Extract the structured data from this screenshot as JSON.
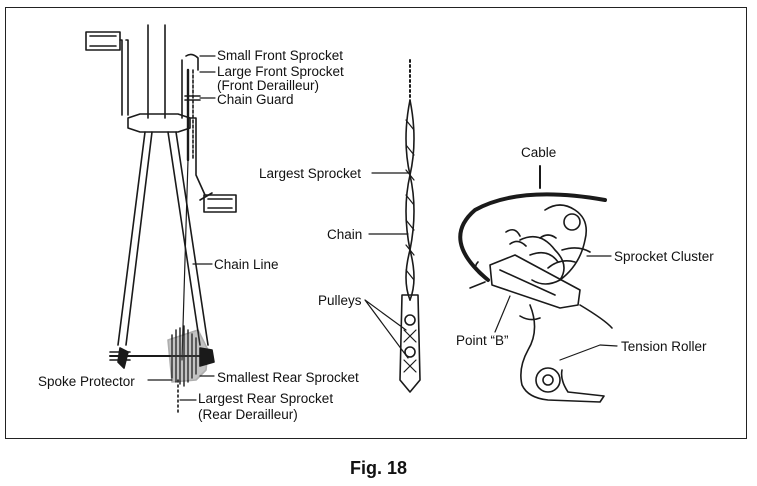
{
  "labels": {
    "small_front_sprocket": "Small Front Sprocket",
    "large_front_sprocket": "Large Front Sprocket",
    "front_derailleur": "(Front Derailleur)",
    "chain_guard": "Chain Guard",
    "chain_line": "Chain Line",
    "spoke_protector": "Spoke Protector",
    "smallest_rear_sprocket": "Smallest Rear Sprocket",
    "largest_rear_sprocket_1": "Largest Rear Sprocket",
    "rear_derailleur": "(Rear Derailleur)",
    "largest_sprocket": "Largest Sprocket",
    "chain": "Chain",
    "pulleys": "Pulleys",
    "cable": "Cable",
    "sprocket_cluster": "Sprocket Cluster",
    "point_b": "Point “B”",
    "tension_roller": "Tension Roller"
  },
  "caption": "Fig. 18",
  "colors": {
    "ink": "#1a1a1a",
    "background": "#ffffff"
  }
}
